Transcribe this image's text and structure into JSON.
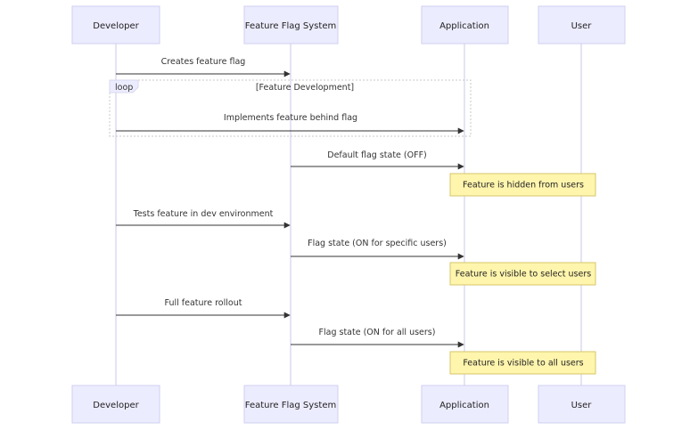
{
  "diagram": {
    "type": "sequence",
    "participants": [
      {
        "id": "developer",
        "label": "Developer"
      },
      {
        "id": "ffs",
        "label": "Feature Flag System"
      },
      {
        "id": "app",
        "label": "Application"
      },
      {
        "id": "user",
        "label": "User"
      }
    ],
    "messages": [
      {
        "from": "developer",
        "to": "ffs",
        "label": "Creates feature flag"
      },
      {
        "from": "developer",
        "to": "app",
        "label": "Implements feature behind flag"
      },
      {
        "from": "ffs",
        "to": "app",
        "label": "Default flag state (OFF)"
      },
      {
        "from": "developer",
        "to": "ffs",
        "label": "Tests feature in dev environment"
      },
      {
        "from": "ffs",
        "to": "app",
        "label": "Flag state (ON for specific users)"
      },
      {
        "from": "developer",
        "to": "ffs",
        "label": "Full feature rollout"
      },
      {
        "from": "ffs",
        "to": "app",
        "label": "Flag state (ON for all users)"
      }
    ],
    "notes": [
      {
        "over": [
          "app",
          "user"
        ],
        "label": "Feature is hidden from users"
      },
      {
        "over": [
          "app",
          "user"
        ],
        "label": "Feature is visible to select users"
      },
      {
        "over": [
          "app",
          "user"
        ],
        "label": "Feature is visible to all users"
      }
    ],
    "loop": {
      "keyword": "loop",
      "condition": "[Feature Development]",
      "contains_message": 1
    }
  }
}
